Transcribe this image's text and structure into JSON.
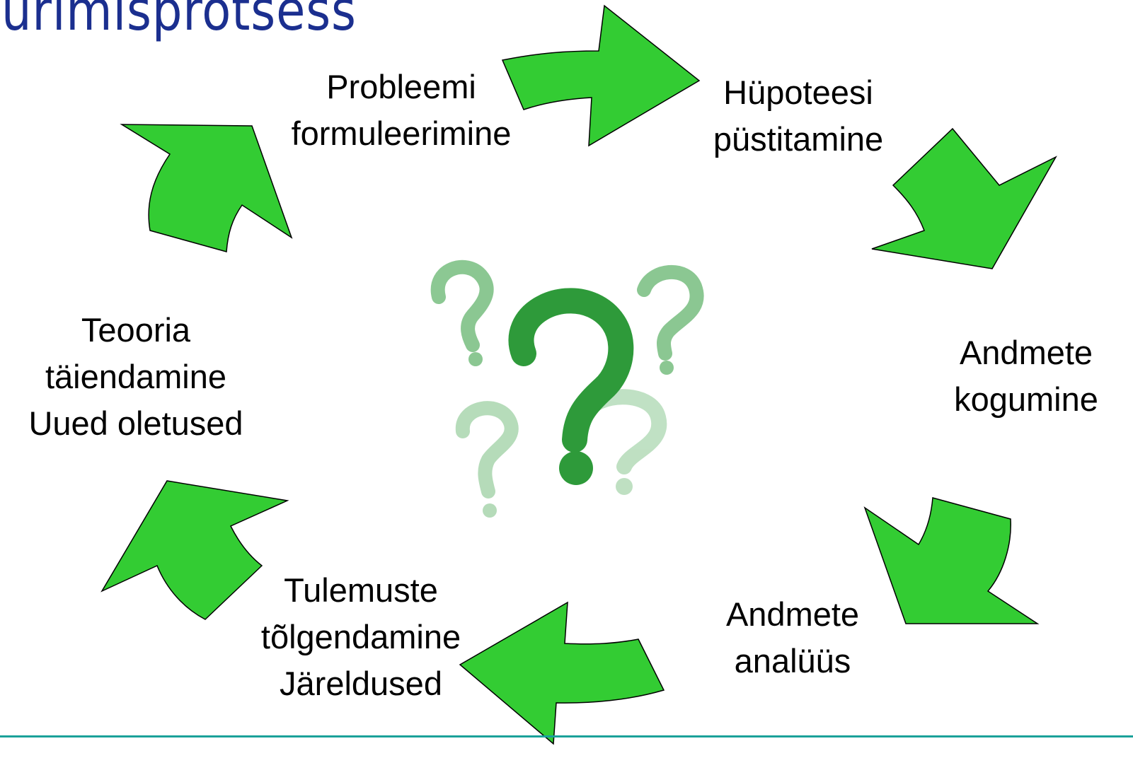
{
  "title": "urimisprotsess",
  "colors": {
    "title": "#1b2f8f",
    "arrow_fill": "#33cc33",
    "arrow_stroke": "#000000",
    "question_mark": "#2e9a3a",
    "bottom_rule": "#1aa19a"
  },
  "center_icon": "question-marks-icon",
  "cycle_steps": [
    {
      "lines": [
        "Probleemi",
        "formuleerimine"
      ]
    },
    {
      "lines": [
        "Hüpoteesi",
        "püstitamine"
      ]
    },
    {
      "lines": [
        "Andmete",
        "kogumine"
      ]
    },
    {
      "lines": [
        "Andmete",
        "analüüs"
      ]
    },
    {
      "lines": [
        "Tulemuste",
        "tõlgendamine",
        "Järeldused"
      ]
    },
    {
      "lines": [
        "Teooria",
        "täiendamine",
        "Uued oletused"
      ]
    }
  ]
}
